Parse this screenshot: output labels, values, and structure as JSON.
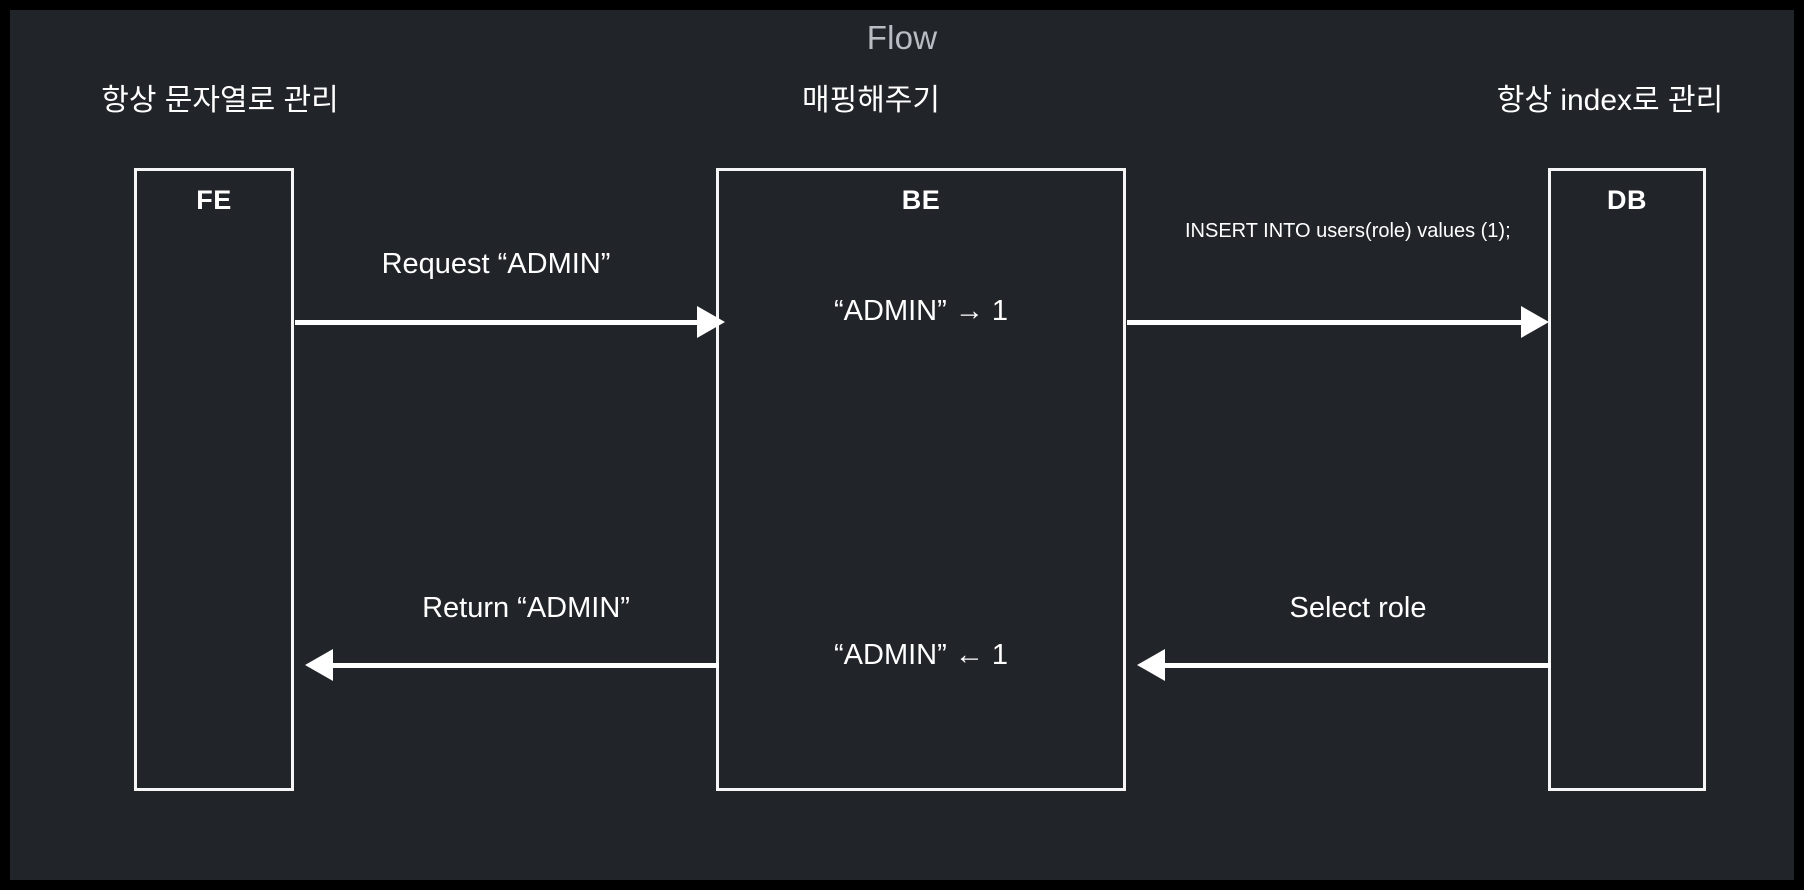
{
  "diagram": {
    "title": "Flow",
    "background_color": "#212429",
    "frame_color": "#000000",
    "line_color": "#ffffff",
    "title_color": "#b9bcc2",
    "captions": {
      "fe": "항상 문자열로 관리",
      "be": "매핑해주기",
      "db": "항상 index로 관리"
    },
    "lifelines": [
      {
        "id": "fe",
        "label": "FE"
      },
      {
        "id": "be",
        "label": "BE"
      },
      {
        "id": "db",
        "label": "DB"
      }
    ],
    "be_notes": {
      "mapping_down": "“ADMIN” → 1",
      "mapping_up": "“ADMIN” ← 1"
    },
    "messages": [
      {
        "id": "request-admin",
        "label": "Request “ADMIN”",
        "from": "FE",
        "to": "BE",
        "direction": "right"
      },
      {
        "id": "insert-query",
        "label": "INSERT INTO users(role) values (1);",
        "from": "BE",
        "to": "DB",
        "direction": "right"
      },
      {
        "id": "select-role",
        "label": "Select role",
        "from": "DB",
        "to": "BE",
        "direction": "left"
      },
      {
        "id": "return-admin",
        "label": "Return “ADMIN”",
        "from": "BE",
        "to": "FE",
        "direction": "left"
      }
    ]
  }
}
